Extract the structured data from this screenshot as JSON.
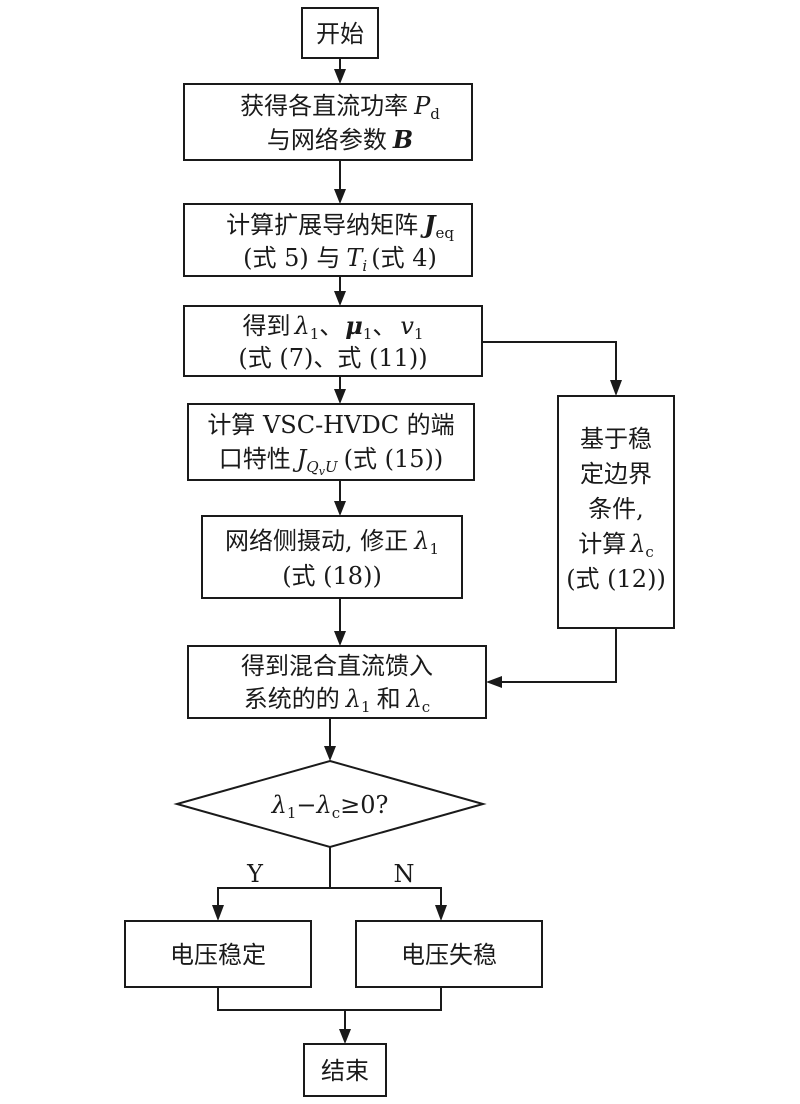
{
  "flowchart": {
    "start": "开始",
    "step1": {
      "line1": "获得各直流功率",
      "var": "P",
      "var_sub": "d",
      "line2": "与网络参数",
      "line2_var": "B"
    },
    "step2": {
      "line1": "计算扩展导纳矩阵",
      "var": "J",
      "var_sub": "eq",
      "line2_a": "(式 5) 与",
      "line2_var": "T",
      "line2_sub": "i",
      "line2_b": "(式 4)"
    },
    "step3": {
      "prefix": "得到",
      "lambda": "λ",
      "lambda_sub": "1",
      "sep1": "、",
      "mu": "μ",
      "mu_sub": "1",
      "sep2": "、",
      "nu": "v",
      "nu_sub": "1",
      "line2": "(式 (7)、式 (11))"
    },
    "step4": {
      "line1": "计算 VSC-HVDC 的端",
      "line2_a": "口特性",
      "var": "J",
      "sub_a": "Q",
      "sub_v": "v",
      "sub_b": "U",
      "line2_b": "(式 (15))"
    },
    "step5": {
      "line1_a": "网络侧摄动, 修正",
      "lambda": "λ",
      "lambda_sub": "1",
      "line2": "(式 (18))"
    },
    "side": {
      "line1": "基于稳",
      "line2": "定边界",
      "line3": "条件,",
      "line4_a": "计算",
      "lambda": "λ",
      "lambda_sub": "c",
      "line5": "(式 (12))"
    },
    "step6": {
      "line1": "得到混合直流馈入",
      "line2_a": "系统的的",
      "lambda1": "λ",
      "lambda1_sub": "1",
      "and": "和",
      "lambdac": "λ",
      "lambdac_sub": "c"
    },
    "decision": {
      "l1": "λ",
      "l1_sub": "1",
      "minus": "−",
      "lc": "λ",
      "lc_sub": "c",
      "rest": "≥0?"
    },
    "yes_label": "Y",
    "no_label": "N",
    "stable": "电压稳定",
    "unstable": "电压失稳",
    "end": "结束"
  }
}
